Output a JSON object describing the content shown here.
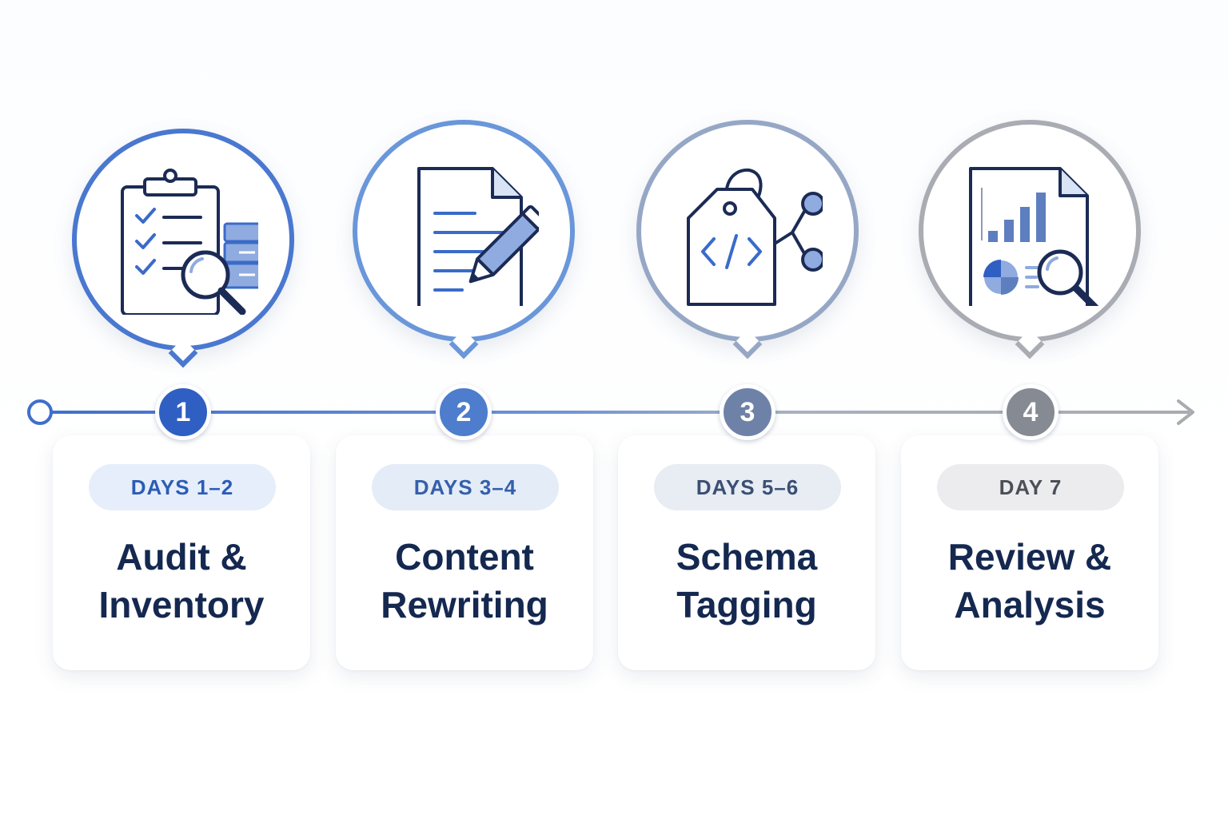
{
  "steps": [
    {
      "number": "1",
      "days": "DAYS 1–2",
      "title_line1": "Audit &",
      "title_line2": "Inventory",
      "icon": "clipboard-checklist-magnifier-icon",
      "ring_color": "#4a78d0",
      "num_color": "#2f5fc2",
      "pill_bg": "#e6eefb",
      "pill_text": "#2c5db5"
    },
    {
      "number": "2",
      "days": "DAYS 3–4",
      "title_line1": "Content",
      "title_line2": "Rewriting",
      "icon": "document-pencil-icon",
      "ring_color": "#6a96da",
      "num_color": "#4d7dcc",
      "pill_bg": "#e4ecf8",
      "pill_text": "#3460aa"
    },
    {
      "number": "3",
      "days": "DAYS 5–6",
      "title_line1": "Schema",
      "title_line2": "Tagging",
      "icon": "code-tag-network-icon",
      "ring_color": "#96a7c6",
      "num_color": "#6e82a8",
      "pill_bg": "#e8ecf3",
      "pill_text": "#3b4f74"
    },
    {
      "number": "4",
      "days": "DAY 7",
      "title_line1": "Review &",
      "title_line2": "Analysis",
      "icon": "report-chart-magnifier-icon",
      "ring_color": "#a9acb2",
      "num_color": "#858a93",
      "pill_bg": "#ececee",
      "pill_text": "#4b4f57"
    }
  ],
  "icon_colors": {
    "stroke": "#1b2b55",
    "accent": "#3a6bc9",
    "fill_light": "#8fabdf"
  }
}
